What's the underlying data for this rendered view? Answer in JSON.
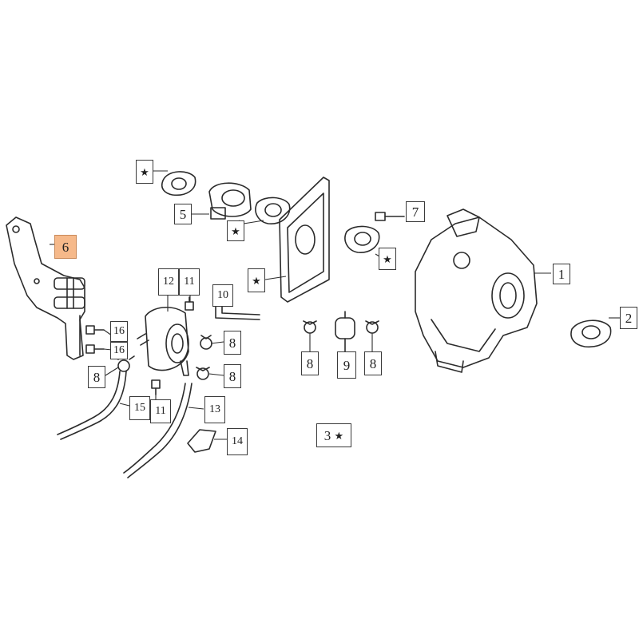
{
  "labels": {
    "l1": "1",
    "l2": "2",
    "l3": "3",
    "l5": "5",
    "l6": "6",
    "l7": "7",
    "l9": "9",
    "l10": "10",
    "l11a": "11",
    "l11b": "11",
    "l12": "12",
    "l13": "13",
    "l14": "14",
    "l15": "15",
    "l16a": "16",
    "l16b": "16",
    "l8a": "8",
    "l8b": "8",
    "l8c": "8",
    "l8d": "8",
    "l8e": "8",
    "star": "★"
  },
  "highlight_color": "#f6b98a"
}
